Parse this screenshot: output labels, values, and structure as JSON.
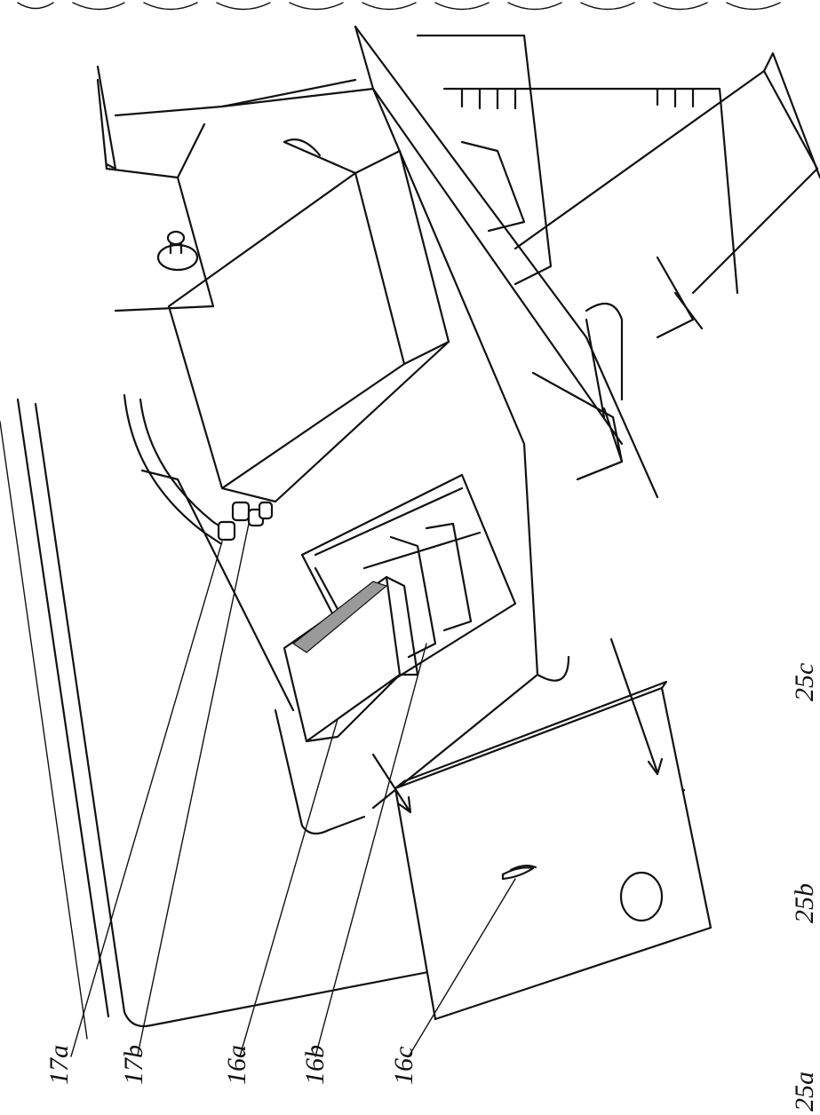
{
  "labels": {
    "l17a": "17a",
    "l17b": "17b",
    "l16a": "16a",
    "l16b": "16b",
    "l16c": "16c",
    "l25a": "25a",
    "l25b": "25b",
    "l25c": "25c"
  }
}
